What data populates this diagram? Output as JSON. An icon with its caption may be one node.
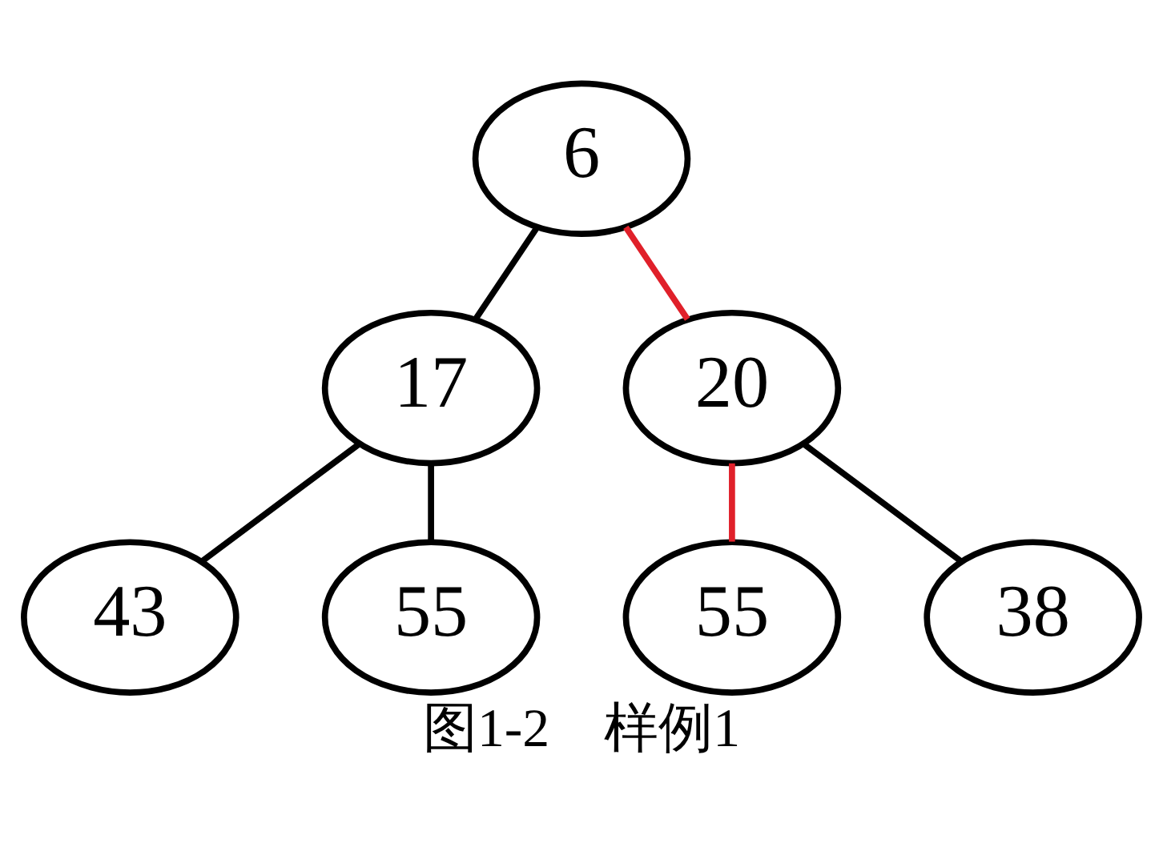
{
  "diagram": {
    "caption": "图1-2　样例1",
    "nodes": [
      {
        "text": [
          "6"
        ]
      },
      {
        "text": [
          "17"
        ]
      },
      {
        "text": [
          "20"
        ]
      },
      {
        "text": [
          "43"
        ]
      },
      {
        "text": [
          "55"
        ]
      },
      {
        "text": [
          "55"
        ]
      },
      {
        "text": [
          "38"
        ]
      }
    ],
    "edges": [
      {
        "from": 0,
        "to": 1,
        "arrow": "none"
      },
      {
        "from": 0,
        "to": 2,
        "arrow": "none",
        "color": "#e0202a"
      },
      {
        "from": 1,
        "to": 3,
        "arrow": "none"
      },
      {
        "from": 1,
        "to": 4,
        "arrow": "none"
      },
      {
        "from": 2,
        "to": 5,
        "arrow": "none",
        "color": "#e0202a"
      },
      {
        "from": 2,
        "to": 6,
        "arrow": "none"
      }
    ]
  }
}
